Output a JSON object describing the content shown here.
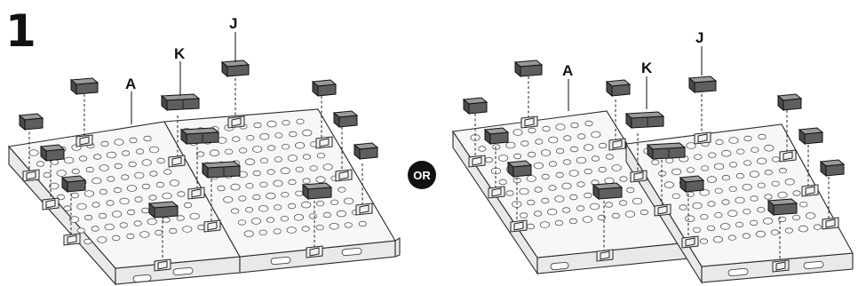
{
  "step_number": "1",
  "separator": "OR",
  "labels": {
    "a": "A",
    "j": "J",
    "k": "K"
  },
  "colors": {
    "ink": "#111111",
    "connector_dark": "#5e5e5e",
    "connector_light": "#9a9a9a",
    "plate": "#f7f7f7",
    "badge": "#111111"
  }
}
